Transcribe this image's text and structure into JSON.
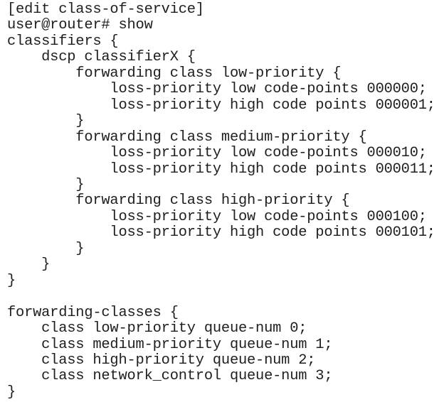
{
  "terminal": {
    "edit_context": "[edit class-of-service]",
    "prompt": "user@router#",
    "command": "show",
    "lines": [
      "[edit class-of-service]",
      "user@router# show",
      "classifiers {",
      "    dscp classifierX {",
      "        forwarding class low-priority {",
      "            loss-priority low code-points 000000;",
      "            loss-priority high code points 000001;",
      "        }",
      "        forwarding class medium-priority {",
      "            loss-priority low code-points 000010;",
      "            loss-priority high code points 000011;",
      "        }",
      "        forwarding class high-priority {",
      "            loss-priority low code-points 000100;",
      "            loss-priority high code points 000101;",
      "        }",
      "    }",
      "}",
      "",
      "forwarding-classes {",
      "    class low-priority queue-num 0;",
      "    class medium-priority queue-num 1;",
      "    class high-priority queue-num 2;",
      "    class network_control queue-num 3;",
      "}"
    ]
  },
  "config": {
    "classifier": {
      "type": "dscp",
      "name": "classifierX",
      "forwarding_classes": [
        {
          "name": "low-priority",
          "loss_priority_low_code_points": "000000",
          "loss_priority_high_code_points": "000001"
        },
        {
          "name": "medium-priority",
          "loss_priority_low_code_points": "000010",
          "loss_priority_high_code_points": "000011"
        },
        {
          "name": "high-priority",
          "loss_priority_low_code_points": "000100",
          "loss_priority_high_code_points": "000101"
        }
      ]
    },
    "forwarding_classes": [
      {
        "name": "low-priority",
        "queue_num": "0"
      },
      {
        "name": "medium-priority",
        "queue_num": "1"
      },
      {
        "name": "high-priority",
        "queue_num": "2"
      },
      {
        "name": "network_control",
        "queue_num": "3"
      }
    ]
  },
  "colors": {
    "background": "#ffffff",
    "text": "#1e1e1e"
  }
}
